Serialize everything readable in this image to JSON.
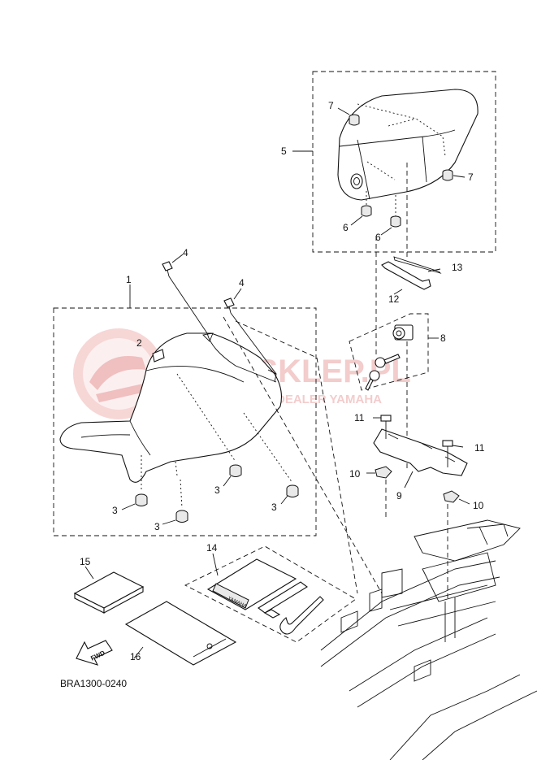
{
  "diagram_code": "BRA1300-0240",
  "watermark": {
    "title": "YAMA-SKLEP.PL",
    "subtitle": "WOJCIECHOWICZ   DEALER YAMAHA",
    "color": "#e58b8b"
  },
  "fwd_label": "FWD",
  "emblem_text": "YAMAHA",
  "callouts": {
    "c1": "1",
    "c2": "2",
    "c3a": "3",
    "c3b": "3",
    "c3c": "3",
    "c3d": "3",
    "c4a": "4",
    "c4b": "4",
    "c5": "5",
    "c6a": "6",
    "c6b": "6",
    "c7a": "7",
    "c7b": "7",
    "c8": "8",
    "c9": "9",
    "c10a": "10",
    "c10b": "10",
    "c11a": "11",
    "c11b": "11",
    "c12": "12",
    "c13": "13",
    "c14": "14",
    "c15": "15",
    "c16": "16"
  }
}
